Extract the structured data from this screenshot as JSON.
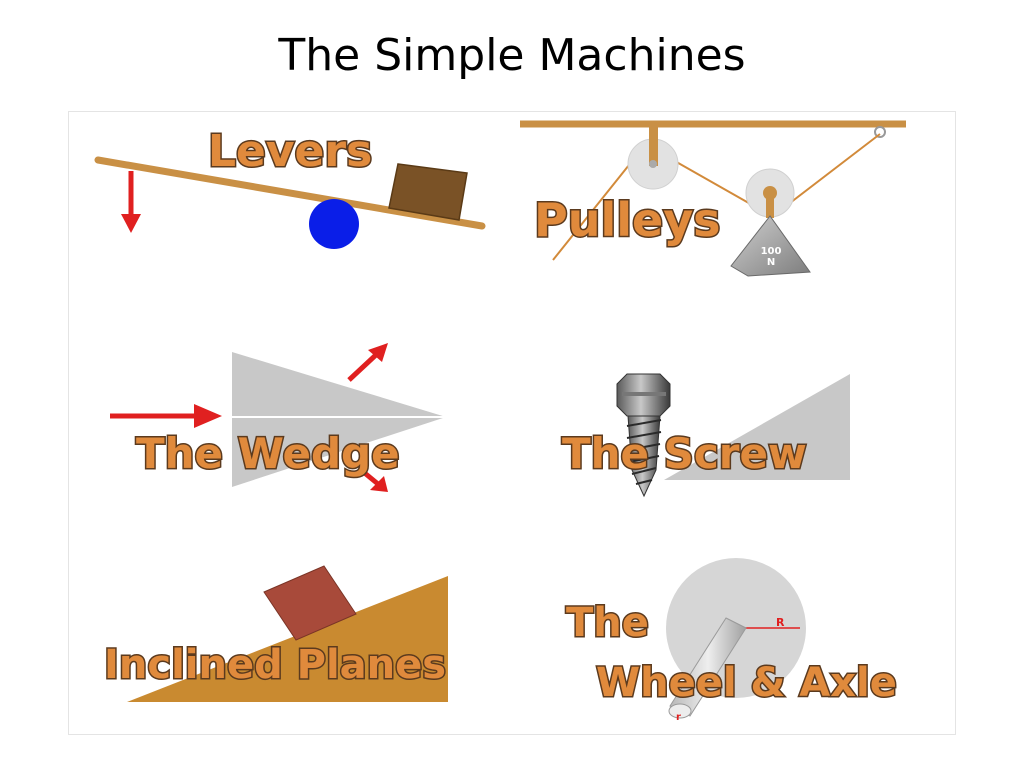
{
  "slide": {
    "title": "The Simple Machines"
  },
  "panels": {
    "levers": {
      "label": "Levers"
    },
    "pulleys": {
      "label": "Pulleys",
      "weight_value": "100",
      "weight_unit": "N"
    },
    "wedge": {
      "label": "The Wedge"
    },
    "screw": {
      "label": "The Screw"
    },
    "inclined_planes": {
      "label": "Inclined Planes"
    },
    "wheel_axle": {
      "label_line1": "The",
      "label_line2": "Wheel & Axle",
      "radius_label": "R",
      "axle_radius_label": "r"
    }
  },
  "colors": {
    "label_fill": "#e08a3c",
    "label_shadow": "#5b3a1e",
    "wood": "#c99045",
    "arrow_red": "#e02020",
    "fulcrum_blue": "#0a1ee8",
    "box_brown": "#7a5226",
    "wedge_gray": "#c8c8c8",
    "incline_gold": "#c98a30",
    "block_red": "#a84a3a",
    "wheel_gray": "#d6d6d6"
  }
}
